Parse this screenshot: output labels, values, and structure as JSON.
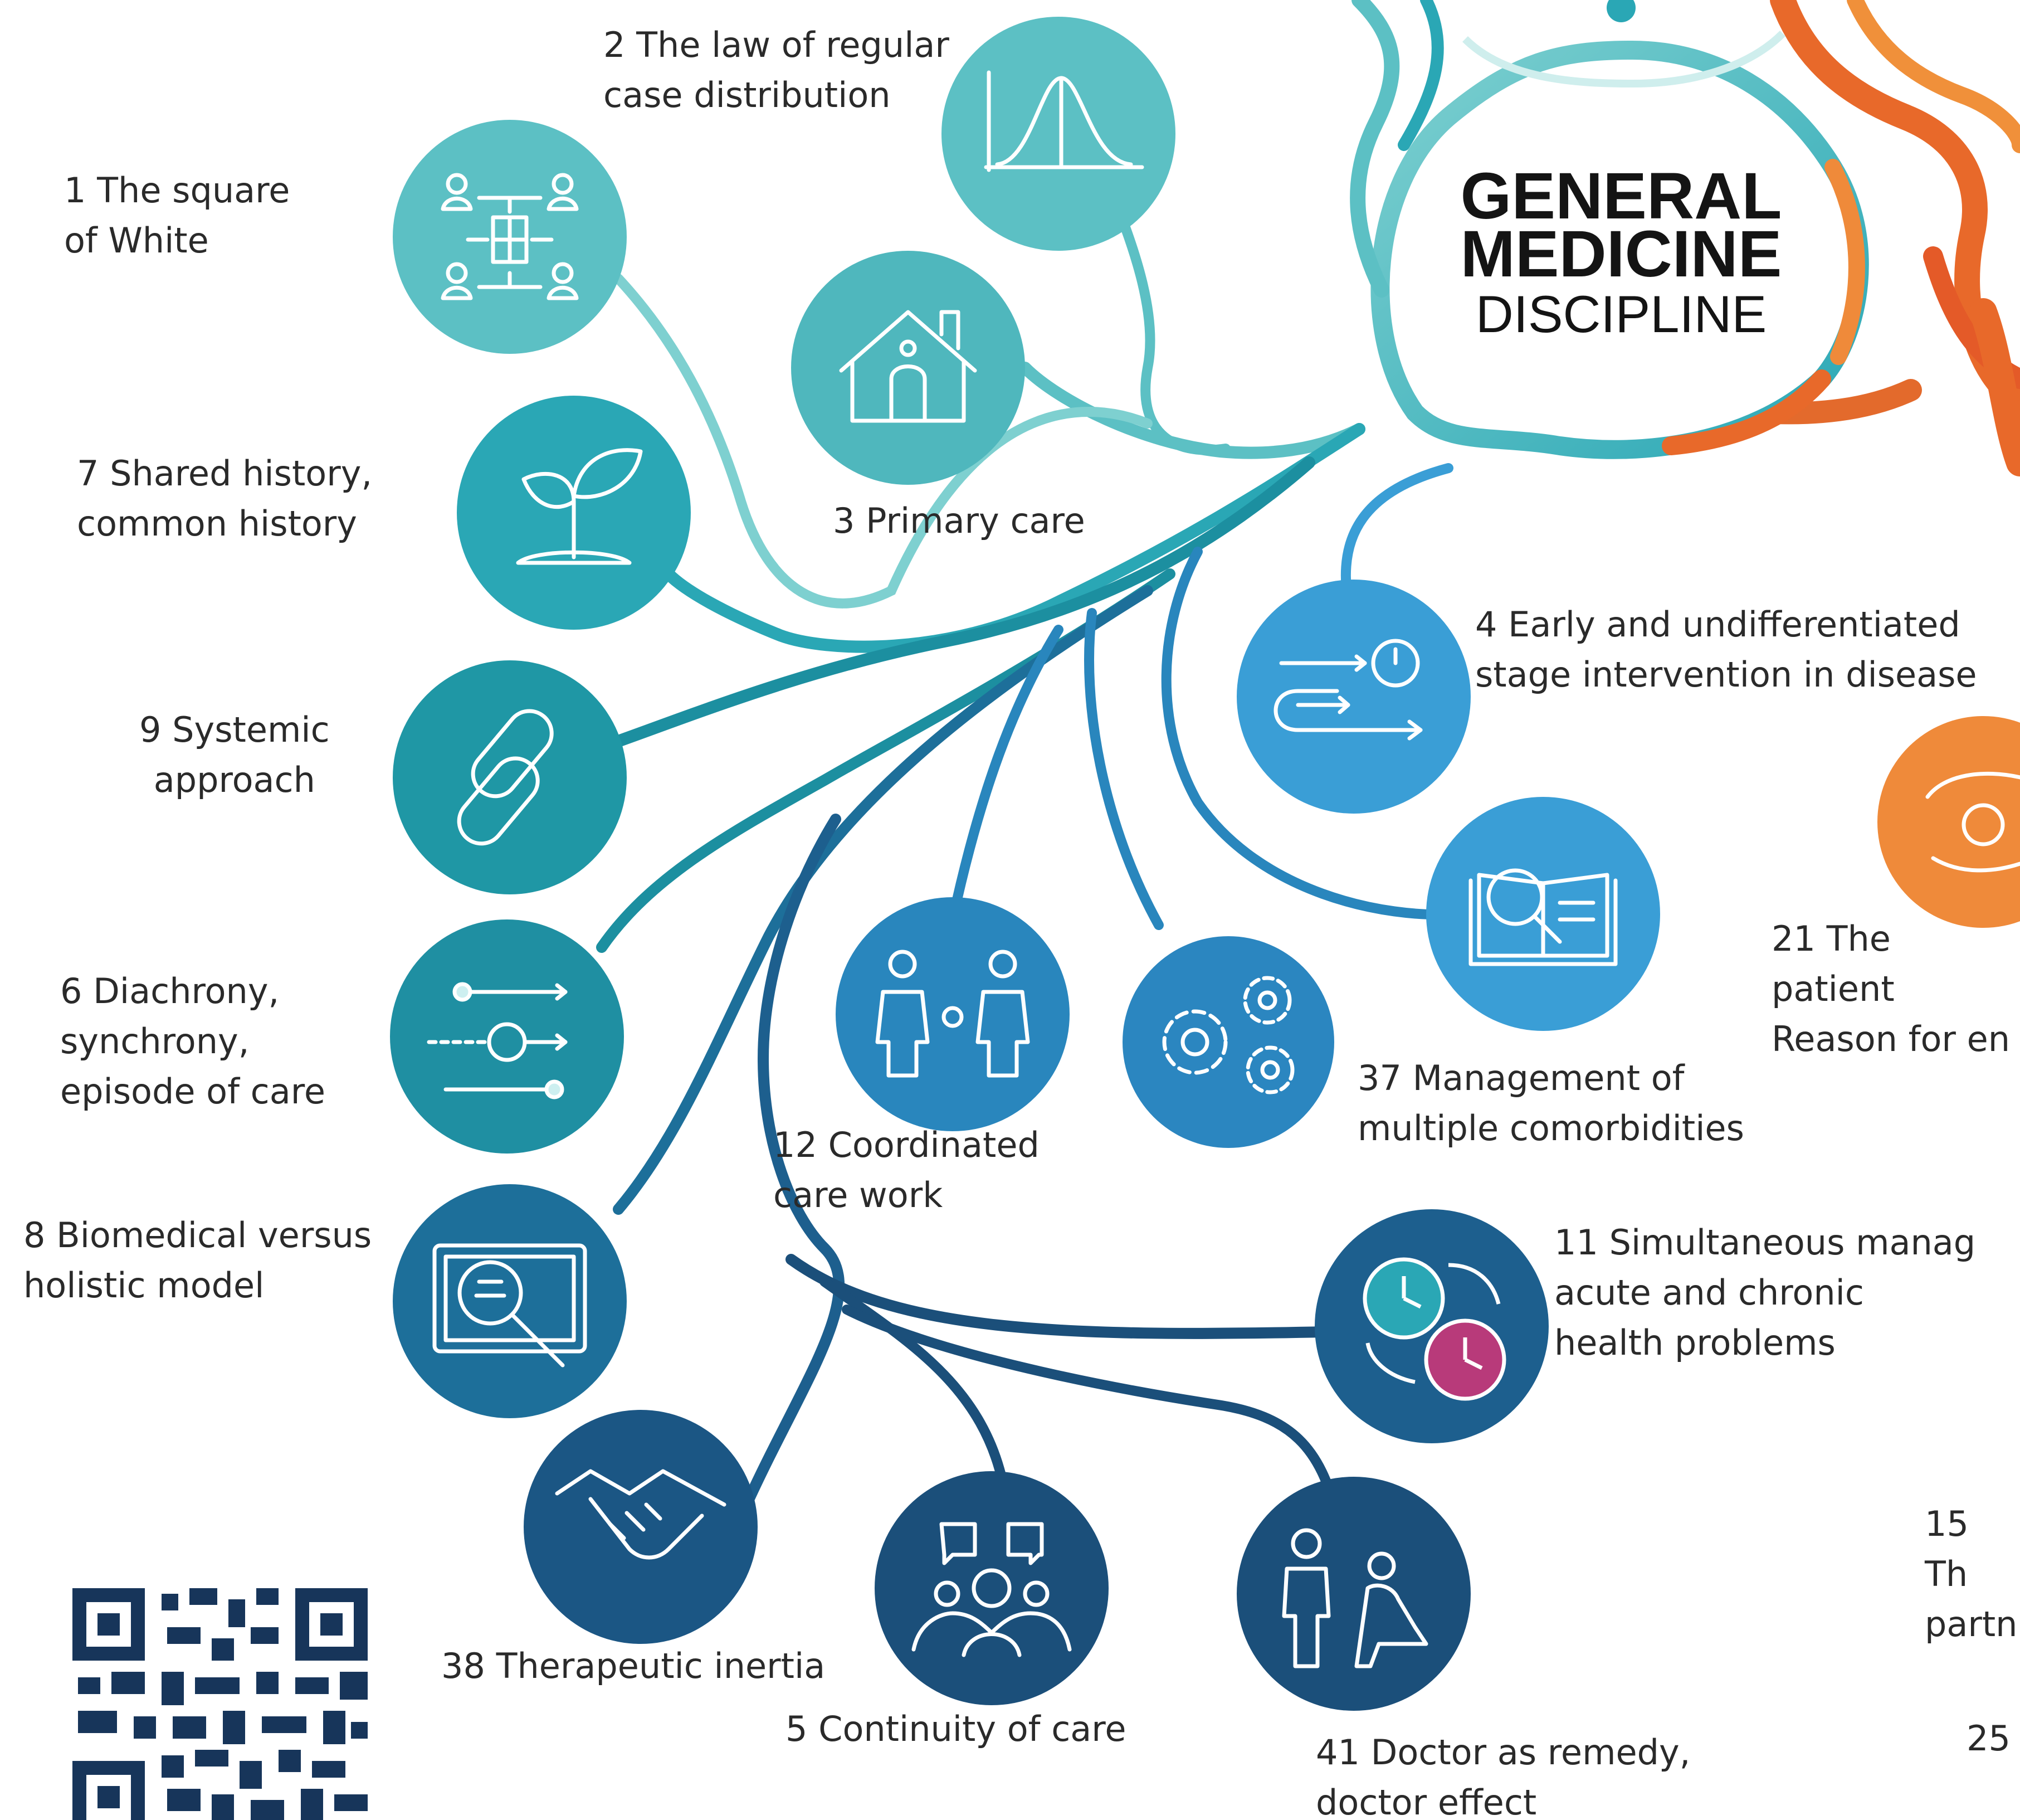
{
  "title": {
    "line1": "GENERAL",
    "line2": "MEDICINE",
    "line3": "DISCIPLINE"
  },
  "colors": {
    "teal_light": "#5cc0c4",
    "teal": "#2aa7b5",
    "teal_dark": "#1c8fa0",
    "blue": "#2986bd",
    "blue_dark": "#1d5f8e",
    "navy": "#1b4f7a",
    "orange": "#e8692a"
  },
  "nodes": [
    {
      "id": "n1",
      "label": "1 The square\nof White",
      "icon": "people-grid-icon"
    },
    {
      "id": "n2",
      "label": "2 The law of regular\ncase distribution",
      "icon": "bell-curve-icon"
    },
    {
      "id": "n3",
      "label": "3 Primary care",
      "icon": "house-icon"
    },
    {
      "id": "n7",
      "label": "7 Shared history,\ncommon history",
      "icon": "seedling-icon"
    },
    {
      "id": "n9",
      "label": "9 Systemic\napproach",
      "icon": "chain-link-icon"
    },
    {
      "id": "n4",
      "label": "4 Early and undifferentiated\nstage intervention in disease",
      "icon": "route-timer-icon"
    },
    {
      "id": "n21",
      "label": "21 The patient\nReason for en",
      "icon": "hands-care-icon"
    },
    {
      "id": "n6",
      "label": "6 Diachrony,\nsynchrony,\nepisode of care",
      "icon": "timeline-icon"
    },
    {
      "id": "n12",
      "label": "12 Coordinated\ncare work",
      "icon": "two-people-icon"
    },
    {
      "id": "n37",
      "label": "37 Management of\nmultiple comorbidities",
      "icon": "gears-icon"
    },
    {
      "id": "n_book",
      "label": "",
      "icon": "book-search-icon"
    },
    {
      "id": "n8",
      "label": "8 Biomedical versus\nholistic model",
      "icon": "monitor-search-icon"
    },
    {
      "id": "n11",
      "label": "11 Simultaneous manag\nacute and chronic\nhealth problems",
      "icon": "two-clocks-icon"
    },
    {
      "id": "n38",
      "label": "38 Therapeutic inertia",
      "icon": "handshake-icon"
    },
    {
      "id": "n5",
      "label": "5 Continuity of care",
      "icon": "group-question-icon"
    },
    {
      "id": "n41",
      "label": "41 Doctor as remedy,\ndoctor effect",
      "icon": "doctor-patient-icon"
    },
    {
      "id": "n15",
      "label": "15 Th\npartn",
      "icon": ""
    },
    {
      "id": "n25",
      "label": "25",
      "icon": ""
    }
  ],
  "qr": {
    "icon": "qr-code-icon"
  }
}
